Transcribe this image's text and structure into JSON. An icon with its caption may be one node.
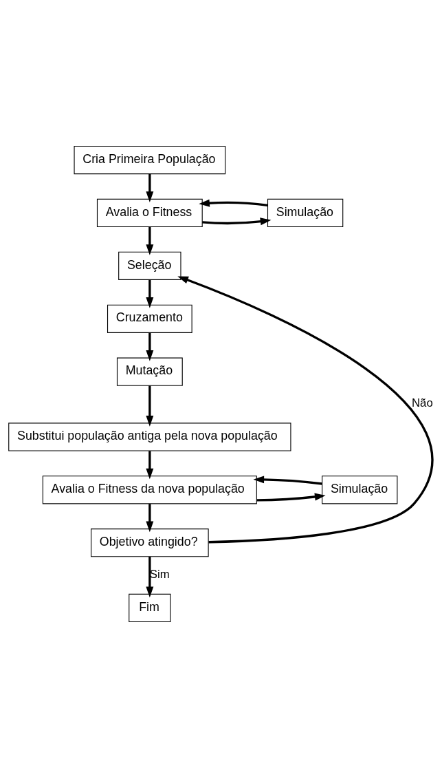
{
  "diagram": {
    "nodes": [
      {
        "text": [
          "Cria Primeira População"
        ]
      },
      {
        "text": [
          "Avalia o Fitness"
        ]
      },
      {
        "text": [
          "Simulação"
        ]
      },
      {
        "text": [
          "Seleção"
        ]
      },
      {
        "text": [
          "Cruzamento"
        ]
      },
      {
        "text": [
          "Mutação"
        ]
      },
      {
        "text": [
          "Substitui população antiga pela nova população"
        ]
      },
      {
        "text": [
          "Avalia o Fitness da nova população"
        ]
      },
      {
        "text": [
          "Simulação"
        ]
      },
      {
        "text": [
          "Objetivo atingido?"
        ]
      },
      {
        "text": [
          "Fim"
        ]
      }
    ],
    "edges": [
      {
        "from": 0,
        "to": 1,
        "arrow": "to"
      },
      {
        "from": 1,
        "to": 2,
        "arrow": "to"
      },
      {
        "from": 2,
        "to": 1,
        "arrow": "to"
      },
      {
        "from": 1,
        "to": 3,
        "arrow": "to"
      },
      {
        "from": 3,
        "to": 4,
        "arrow": "to"
      },
      {
        "from": 4,
        "to": 5,
        "arrow": "to"
      },
      {
        "from": 5,
        "to": 6,
        "arrow": "to"
      },
      {
        "from": 6,
        "to": 7,
        "arrow": "to"
      },
      {
        "from": 7,
        "to": 8,
        "arrow": "to"
      },
      {
        "from": 8,
        "to": 7,
        "arrow": "to"
      },
      {
        "from": 7,
        "to": 9,
        "arrow": "to"
      },
      {
        "from": 9,
        "to": 10,
        "label": "Sim",
        "arrow": "to"
      },
      {
        "from": 9,
        "to": 3,
        "label": "Não",
        "arrow": "to"
      }
    ]
  }
}
